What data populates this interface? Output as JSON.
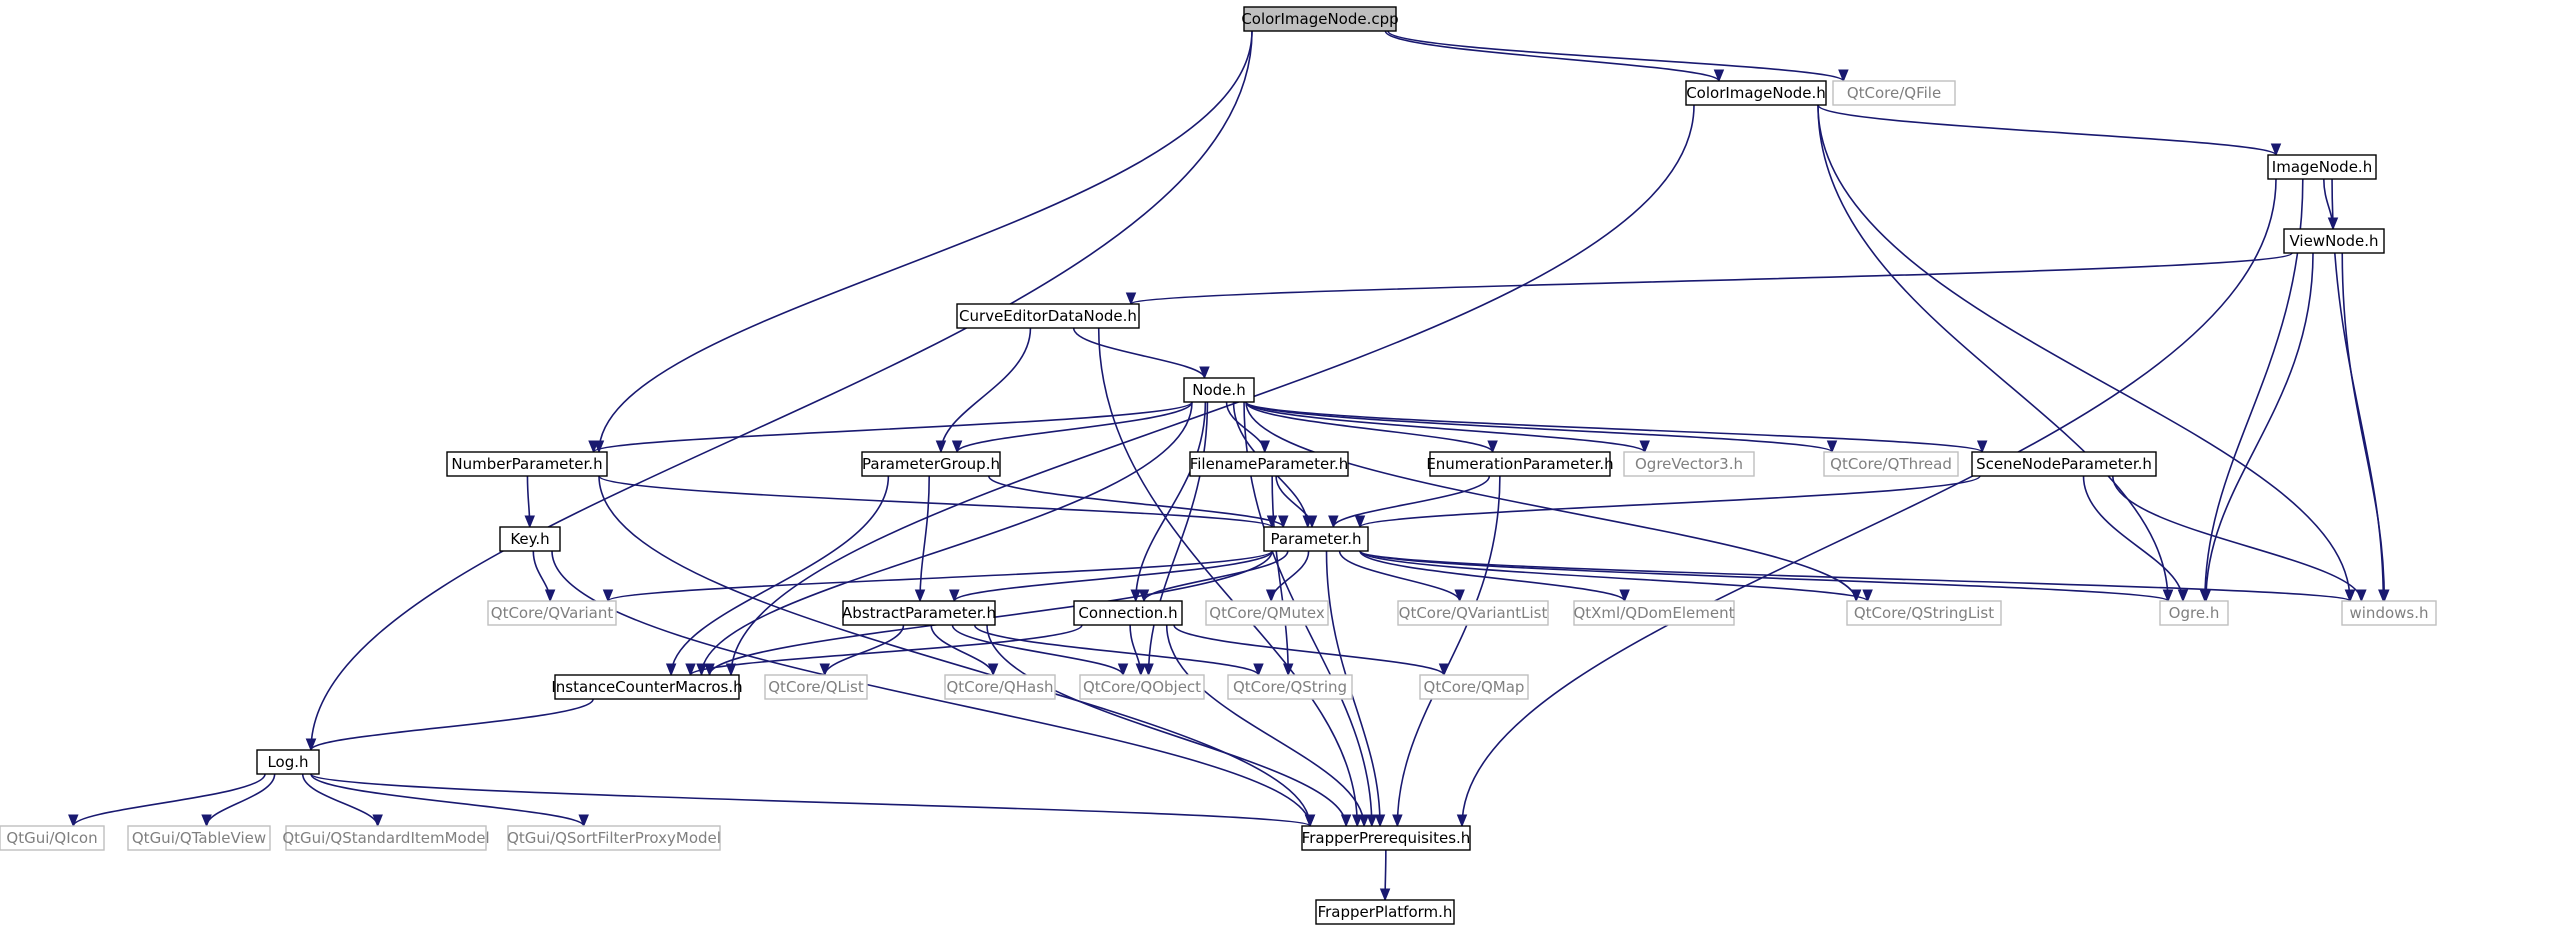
{
  "colors": {
    "edge": "#191970",
    "root_fill": "#bfbfbf",
    "local_border": "#000000",
    "external_border": "#bfbfbf",
    "external_text": "#808080"
  },
  "nodes": [
    {
      "id": "colorimagenode_cpp",
      "label": "ColorImageNode.cpp",
      "kind": "root"
    },
    {
      "id": "colorimagenode_h",
      "label": "ColorImageNode.h",
      "kind": "local"
    },
    {
      "id": "qfile",
      "label": "QtCore/QFile",
      "kind": "external"
    },
    {
      "id": "imagenode_h",
      "label": "ImageNode.h",
      "kind": "local"
    },
    {
      "id": "viewnode_h",
      "label": "ViewNode.h",
      "kind": "local"
    },
    {
      "id": "curveeditordatanode_h",
      "label": "CurveEditorDataNode.h",
      "kind": "local"
    },
    {
      "id": "node_h",
      "label": "Node.h",
      "kind": "local"
    },
    {
      "id": "numberparameter_h",
      "label": "NumberParameter.h",
      "kind": "local"
    },
    {
      "id": "parametergroup_h",
      "label": "ParameterGroup.h",
      "kind": "local"
    },
    {
      "id": "filenameparameter_h",
      "label": "FilenameParameter.h",
      "kind": "local"
    },
    {
      "id": "enumerationparameter_h",
      "label": "EnumerationParameter.h",
      "kind": "local"
    },
    {
      "id": "ogrevector3",
      "label": "OgreVector3.h",
      "kind": "external"
    },
    {
      "id": "qthread",
      "label": "QtCore/QThread",
      "kind": "external"
    },
    {
      "id": "scenenodeparameter_h",
      "label": "SceneNodeParameter.h",
      "kind": "local"
    },
    {
      "id": "key_h",
      "label": "Key.h",
      "kind": "local"
    },
    {
      "id": "parameter_h",
      "label": "Parameter.h",
      "kind": "local"
    },
    {
      "id": "qvariant",
      "label": "QtCore/QVariant",
      "kind": "external"
    },
    {
      "id": "abstractparameter_h",
      "label": "AbstractParameter.h",
      "kind": "local"
    },
    {
      "id": "connection_h",
      "label": "Connection.h",
      "kind": "local"
    },
    {
      "id": "qmutex",
      "label": "QtCore/QMutex",
      "kind": "external"
    },
    {
      "id": "qvariantlist",
      "label": "QtCore/QVariantList",
      "kind": "external"
    },
    {
      "id": "qdomelement",
      "label": "QtXml/QDomElement",
      "kind": "external"
    },
    {
      "id": "qstringlist",
      "label": "QtCore/QStringList",
      "kind": "external"
    },
    {
      "id": "ogre_h",
      "label": "Ogre.h",
      "kind": "external"
    },
    {
      "id": "windows_h",
      "label": "windows.h",
      "kind": "external"
    },
    {
      "id": "instancecountermacros_h",
      "label": "InstanceCounterMacros.h",
      "kind": "local"
    },
    {
      "id": "qlist",
      "label": "QtCore/QList",
      "kind": "external"
    },
    {
      "id": "qhash",
      "label": "QtCore/QHash",
      "kind": "external"
    },
    {
      "id": "qobject",
      "label": "QtCore/QObject",
      "kind": "external"
    },
    {
      "id": "qstring",
      "label": "QtCore/QString",
      "kind": "external"
    },
    {
      "id": "qmap",
      "label": "QtCore/QMap",
      "kind": "external"
    },
    {
      "id": "log_h",
      "label": "Log.h",
      "kind": "local"
    },
    {
      "id": "qicon",
      "label": "QtGui/QIcon",
      "kind": "external"
    },
    {
      "id": "qtableview",
      "label": "QtGui/QTableView",
      "kind": "external"
    },
    {
      "id": "qstandarditemmodel",
      "label": "QtGui/QStandardItemModel",
      "kind": "external"
    },
    {
      "id": "qsortfilterproxymodel",
      "label": "QtGui/QSortFilterProxyModel",
      "kind": "external"
    },
    {
      "id": "frapperprerequisites_h",
      "label": "FrapperPrerequisites.h",
      "kind": "local"
    },
    {
      "id": "frapperplatform_h",
      "label": "FrapperPlatform.h",
      "kind": "local"
    }
  ],
  "edges": [
    [
      "colorimagenode_cpp",
      "colorimagenode_h"
    ],
    [
      "colorimagenode_cpp",
      "qfile"
    ],
    [
      "colorimagenode_cpp",
      "numberparameter_h"
    ],
    [
      "colorimagenode_cpp",
      "log_h"
    ],
    [
      "colorimagenode_h",
      "imagenode_h"
    ],
    [
      "colorimagenode_h",
      "instancecountermacros_h"
    ],
    [
      "colorimagenode_h",
      "ogre_h"
    ],
    [
      "colorimagenode_h",
      "windows_h"
    ],
    [
      "imagenode_h",
      "viewnode_h"
    ],
    [
      "imagenode_h",
      "ogre_h"
    ],
    [
      "imagenode_h",
      "windows_h"
    ],
    [
      "imagenode_h",
      "frapperprerequisites_h"
    ],
    [
      "viewnode_h",
      "curveeditordatanode_h"
    ],
    [
      "viewnode_h",
      "ogre_h"
    ],
    [
      "viewnode_h",
      "windows_h"
    ],
    [
      "curveeditordatanode_h",
      "node_h"
    ],
    [
      "curveeditordatanode_h",
      "parametergroup_h"
    ],
    [
      "curveeditordatanode_h",
      "frapperprerequisites_h"
    ],
    [
      "node_h",
      "numberparameter_h"
    ],
    [
      "node_h",
      "parametergroup_h"
    ],
    [
      "node_h",
      "filenameparameter_h"
    ],
    [
      "node_h",
      "enumerationparameter_h"
    ],
    [
      "node_h",
      "ogrevector3"
    ],
    [
      "node_h",
      "qthread"
    ],
    [
      "node_h",
      "scenenodeparameter_h"
    ],
    [
      "node_h",
      "parameter_h"
    ],
    [
      "node_h",
      "instancecountermacros_h"
    ],
    [
      "node_h",
      "connection_h"
    ],
    [
      "node_h",
      "qobject"
    ],
    [
      "node_h",
      "qstringlist"
    ],
    [
      "node_h",
      "frapperprerequisites_h"
    ],
    [
      "numberparameter_h",
      "key_h"
    ],
    [
      "numberparameter_h",
      "parameter_h"
    ],
    [
      "numberparameter_h",
      "frapperprerequisites_h"
    ],
    [
      "parametergroup_h",
      "parameter_h"
    ],
    [
      "parametergroup_h",
      "abstractparameter_h"
    ],
    [
      "parametergroup_h",
      "instancecountermacros_h"
    ],
    [
      "filenameparameter_h",
      "parameter_h"
    ],
    [
      "filenameparameter_h",
      "qstring"
    ],
    [
      "enumerationparameter_h",
      "parameter_h"
    ],
    [
      "enumerationparameter_h",
      "frapperprerequisites_h"
    ],
    [
      "scenenodeparameter_h",
      "parameter_h"
    ],
    [
      "scenenodeparameter_h",
      "ogre_h"
    ],
    [
      "scenenodeparameter_h",
      "windows_h"
    ],
    [
      "key_h",
      "qvariant"
    ],
    [
      "key_h",
      "frapperprerequisites_h"
    ],
    [
      "parameter_h",
      "qvariant"
    ],
    [
      "parameter_h",
      "abstractparameter_h"
    ],
    [
      "parameter_h",
      "connection_h"
    ],
    [
      "parameter_h",
      "qmutex"
    ],
    [
      "parameter_h",
      "qvariantlist"
    ],
    [
      "parameter_h",
      "qdomelement"
    ],
    [
      "parameter_h",
      "qstringlist"
    ],
    [
      "parameter_h",
      "ogre_h"
    ],
    [
      "parameter_h",
      "windows_h"
    ],
    [
      "parameter_h",
      "instancecountermacros_h"
    ],
    [
      "parameter_h",
      "frapperprerequisites_h"
    ],
    [
      "abstractparameter_h",
      "qlist"
    ],
    [
      "abstractparameter_h",
      "qhash"
    ],
    [
      "abstractparameter_h",
      "qobject"
    ],
    [
      "abstractparameter_h",
      "qstring"
    ],
    [
      "abstractparameter_h",
      "frapperprerequisites_h"
    ],
    [
      "connection_h",
      "instancecountermacros_h"
    ],
    [
      "connection_h",
      "qobject"
    ],
    [
      "connection_h",
      "qmap"
    ],
    [
      "connection_h",
      "frapperprerequisites_h"
    ],
    [
      "instancecountermacros_h",
      "log_h"
    ],
    [
      "log_h",
      "qicon"
    ],
    [
      "log_h",
      "qtableview"
    ],
    [
      "log_h",
      "qstandarditemmodel"
    ],
    [
      "log_h",
      "qsortfilterproxymodel"
    ],
    [
      "log_h",
      "frapperprerequisites_h"
    ],
    [
      "frapperprerequisites_h",
      "frapperplatform_h"
    ]
  ]
}
